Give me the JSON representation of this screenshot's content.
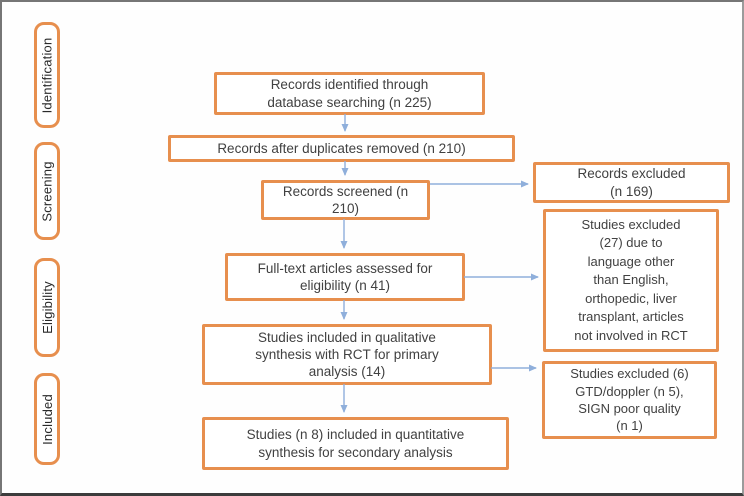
{
  "colors": {
    "box_border": "#e78f4e",
    "arrow": "#8fafdb",
    "text": "#414141",
    "sidebar_text": "#2a2a2a",
    "page_border": "#767676",
    "page_border_right": "#9b9b9b",
    "page_border_bottom": "#3c3c3c"
  },
  "sidebar": {
    "stages": [
      {
        "label": "Identification"
      },
      {
        "label": "Screening"
      },
      {
        "label": "Eligibility"
      },
      {
        "label": "Included"
      }
    ]
  },
  "diagram": {
    "boxes": {
      "records_identified": {
        "text": "Records identified through\ndatabase searching (n 225)"
      },
      "duplicates_removed": {
        "text": "Records after duplicates removed (n 210)"
      },
      "records_screened": {
        "text": "Records screened (n\n210)"
      },
      "fulltext_assessed": {
        "text": "Full-text articles assessed for\neligibility (n 41)"
      },
      "qualitative_synthesis": {
        "text": "Studies included in qualitative\nsynthesis with RCT for primary\nanalysis (14)"
      },
      "quantitative_synthesis": {
        "text": "Studies (n 8) included in quantitative\nsynthesis for secondary analysis"
      },
      "records_excluded": {
        "text": "Records excluded\n(n 169)"
      },
      "studies_excluded_27": {
        "text": "Studies excluded\n(27) due to\nlanguage other\nthan English,\northopedic, liver\ntransplant, articles\nnot involved in RCT"
      },
      "studies_excluded_6": {
        "text": "Studies excluded (6)\nGTD/doppler (n 5),\nSIGN poor quality\n(n 1)"
      }
    }
  }
}
